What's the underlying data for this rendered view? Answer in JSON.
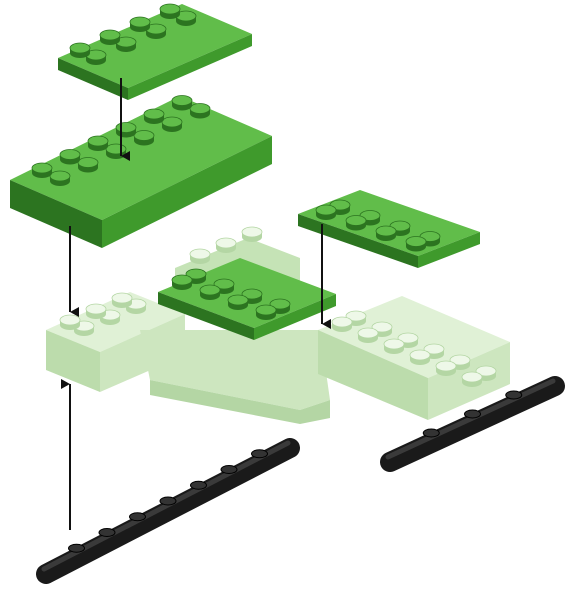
{
  "diagram": {
    "kind": "exploded-assembly-instruction",
    "colors": {
      "background": "#ffffff",
      "green": "#3f9a2c",
      "green_dark": "#2c7420",
      "green_light": "#61bd4a",
      "mint": "#d5ecc8",
      "mint_dark": "#b4d6a4",
      "black_part": "#1a1a1a",
      "arrow": "#111111"
    },
    "parts": [
      {
        "id": "plate-2x4-top",
        "shape": "plate",
        "color": "green",
        "studs": "2x4"
      },
      {
        "id": "brick-2x6",
        "shape": "brick",
        "color": "green",
        "studs": "2x6"
      },
      {
        "id": "plate-2x4-right",
        "shape": "plate",
        "color": "green",
        "studs": "2x4"
      },
      {
        "id": "plate-2x4-center",
        "shape": "plate",
        "color": "green",
        "studs": "2x4"
      },
      {
        "id": "base-assembly",
        "shape": "base",
        "color": "mint"
      },
      {
        "id": "bar-left",
        "shape": "bar-with-clips",
        "color": "black_part"
      },
      {
        "id": "bar-right",
        "shape": "bar-with-clips",
        "color": "black_part"
      }
    ],
    "arrows": [
      {
        "from": "plate-2x4-top",
        "to": "brick-2x6"
      },
      {
        "from": "brick-2x6",
        "to": "base-assembly"
      },
      {
        "from": "plate-2x4-right",
        "to": "base-assembly"
      },
      {
        "from": "bar-left",
        "to": "base-assembly"
      }
    ]
  }
}
